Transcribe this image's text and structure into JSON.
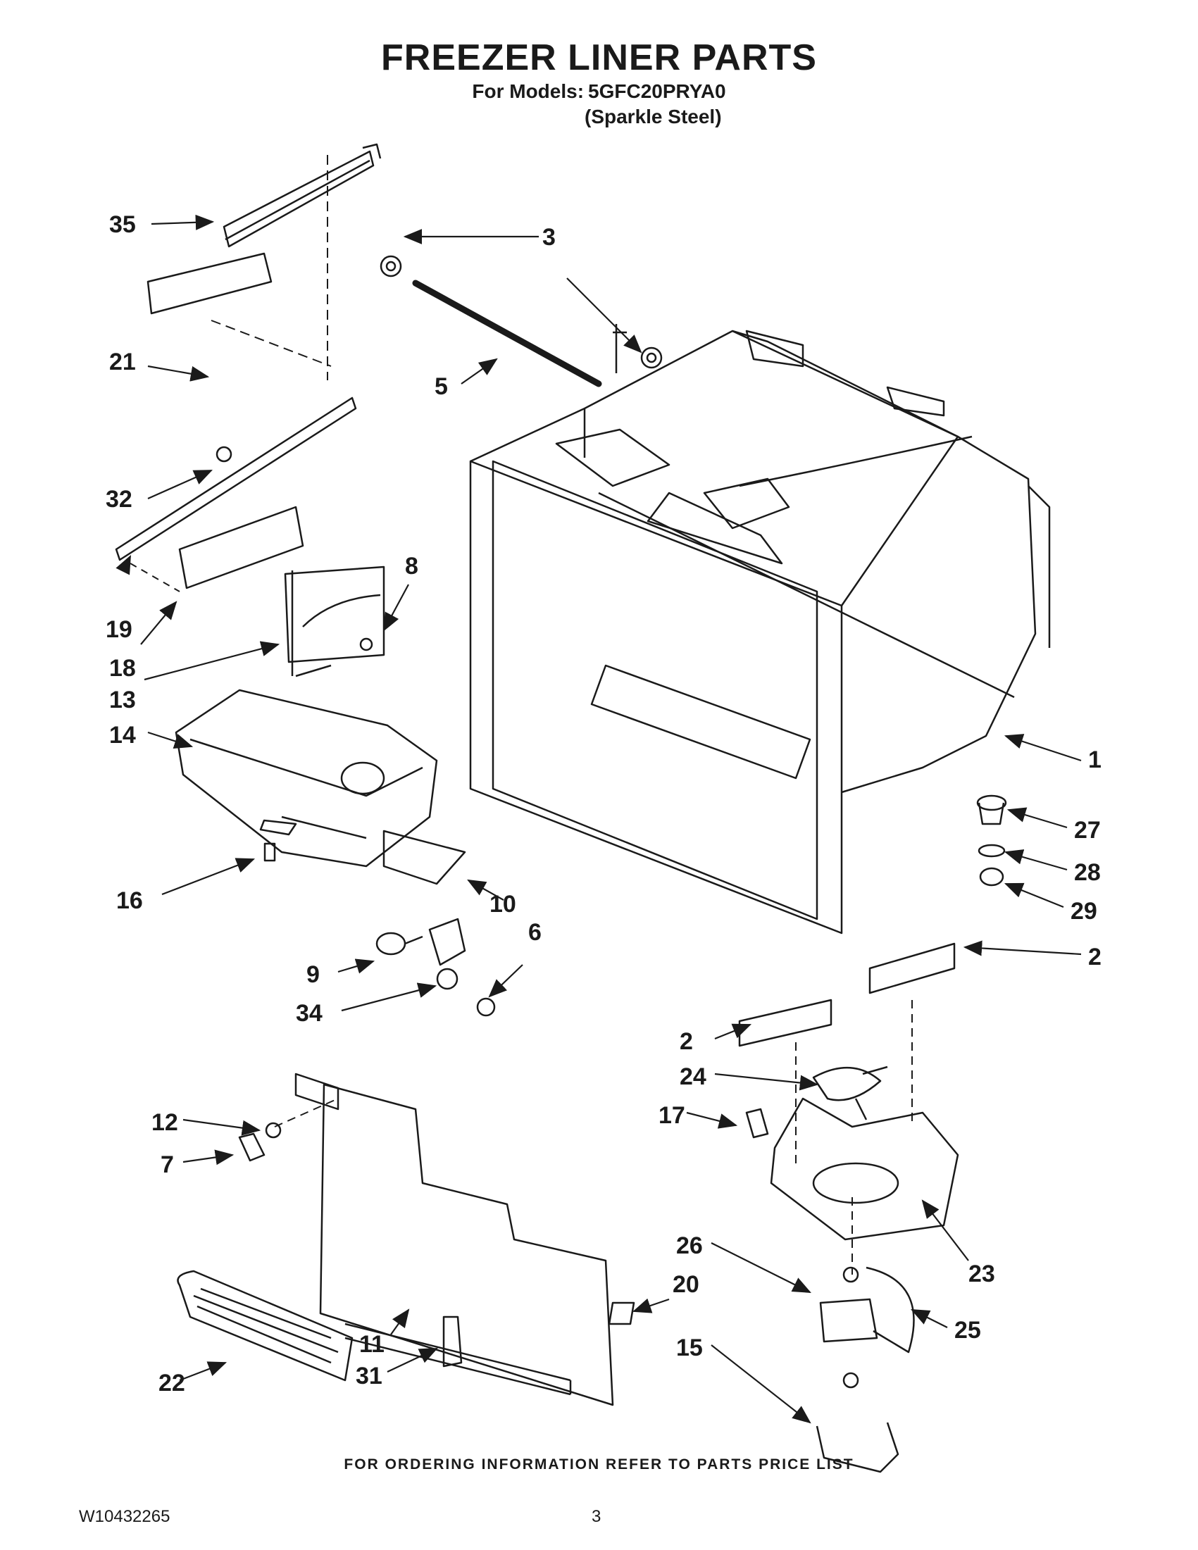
{
  "header": {
    "title": "FREEZER LINER PARTS",
    "models_label": "For Models:",
    "model": "5GFC20PRYA0",
    "finish": "(Sparkle Steel)"
  },
  "callouts": [
    "35",
    "3",
    "21",
    "5",
    "32",
    "19",
    "8",
    "18",
    "13",
    "14",
    "1",
    "27",
    "28",
    "16",
    "10",
    "29",
    "6",
    "2",
    "9",
    "34",
    "2",
    "24",
    "12",
    "17",
    "7",
    "23",
    "26",
    "20",
    "25",
    "11",
    "15",
    "31",
    "22"
  ],
  "footer": {
    "ordering_note": "FOR ORDERING INFORMATION REFER TO PARTS PRICE LIST",
    "doc_number": "W10432265",
    "page_number": "3"
  }
}
